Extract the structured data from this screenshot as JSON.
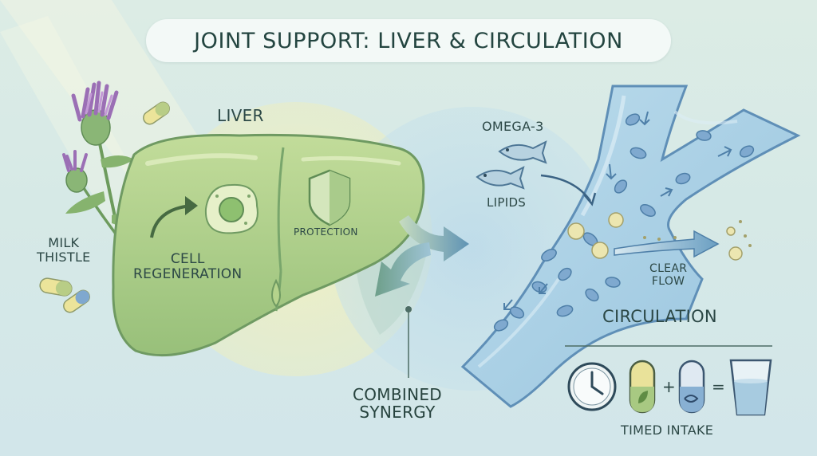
{
  "title": "JOINT SUPPORT: LIVER & CIRCULATION",
  "liver": {
    "heading": "LIVER",
    "cell_regeneration": "CELL\nREGENERATION",
    "protection": "PROTECTION"
  },
  "milk_thistle": "MILK\nTHISTLE",
  "combined_synergy": "COMBINED\nSYNERGY",
  "circulation": {
    "omega3": "OMEGA-3",
    "lipids": "LIPIDS",
    "clear_flow": "CLEAR\nFLOW",
    "heading": "CIRCULATION"
  },
  "timed_intake": {
    "label": "TIMED INTAKE",
    "plus": "+",
    "equals": "="
  },
  "colors": {
    "liver_green": "#a9cc86",
    "vessel_blue": "#a9cde3",
    "text_dark": "#2c4846",
    "accent_teal": "#4f86a6"
  }
}
